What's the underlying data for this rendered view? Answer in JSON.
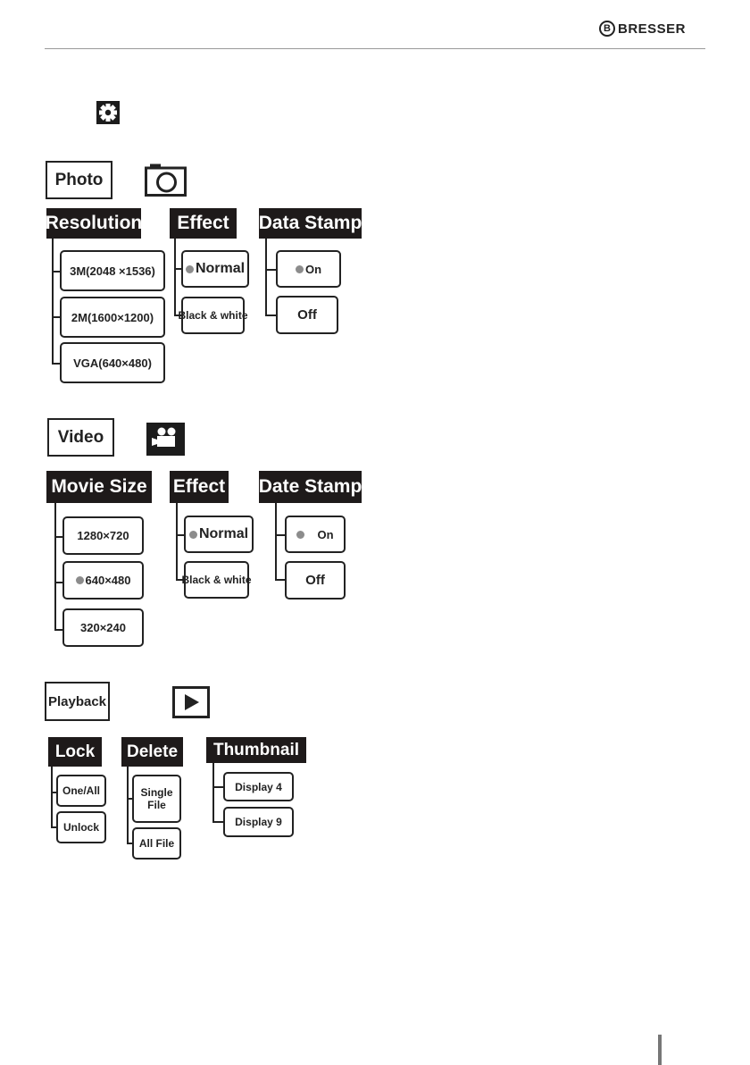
{
  "header": {
    "brand": "BRESSER",
    "brand_mark": "B"
  },
  "settings": {
    "icon": "gear-icon"
  },
  "photo": {
    "title": "Photo",
    "icon": "camera-icon",
    "resolution": {
      "label": "Resolution",
      "options": [
        "3M(2048 ×1536)",
        "2M(1600×1200)",
        "VGA(640×480)"
      ]
    },
    "effect": {
      "label": "Effect",
      "options": [
        "Normal",
        "Black & white"
      ],
      "selected": "Normal"
    },
    "stamp": {
      "label": "Data Stamp",
      "options": [
        "On",
        "Off"
      ],
      "selected": "On"
    }
  },
  "video": {
    "title": "Video",
    "icon": "video-camera-icon",
    "size": {
      "label": "Movie Size",
      "options": [
        "1280×720",
        "640×480",
        "320×240"
      ],
      "selected": "640×480"
    },
    "effect": {
      "label": "Effect",
      "options": [
        "Normal",
        "Black & white"
      ],
      "selected": "Normal"
    },
    "stamp": {
      "label": "Date Stamp",
      "options": [
        "On",
        "Off"
      ],
      "selected": "On"
    }
  },
  "playback": {
    "title": "Playback",
    "icon": "play-icon",
    "lock": {
      "label": "Lock",
      "options": [
        "One/All",
        "Unlock"
      ]
    },
    "delete": {
      "label": "Delete",
      "options": [
        "Single File",
        "All File"
      ]
    },
    "thumbnail": {
      "label": "Thumbnail",
      "options": [
        "Display 4",
        "Display 9"
      ]
    }
  },
  "colors": {
    "label_bg": "#1e1a1a",
    "selected_dot": "#8c8c8c",
    "rule": "#9a9a9a"
  }
}
